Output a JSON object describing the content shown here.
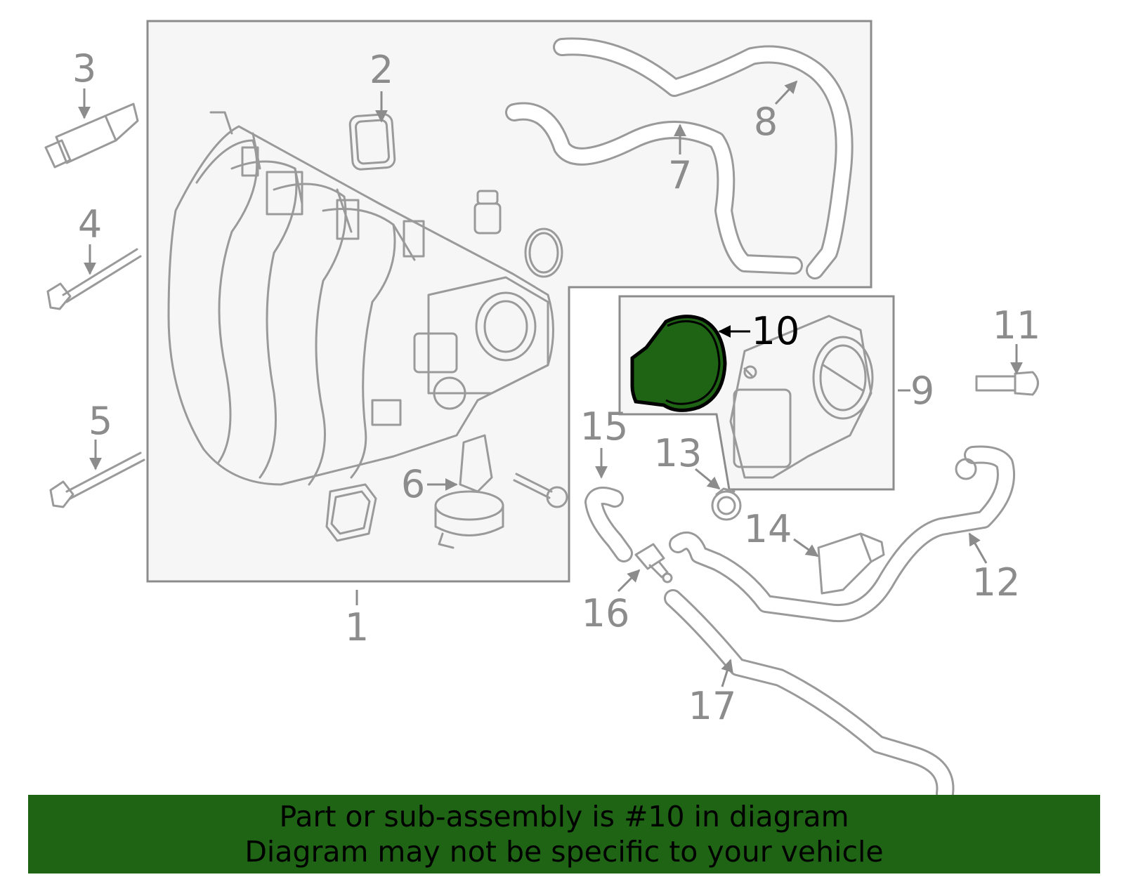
{
  "diagram": {
    "highlighted_part": "10",
    "callouts": [
      "1",
      "2",
      "3",
      "4",
      "5",
      "6",
      "7",
      "8",
      "9",
      "10",
      "11",
      "12",
      "13",
      "14",
      "15",
      "16",
      "17"
    ],
    "highlight_color": "#1e6414"
  },
  "footer": {
    "line1": "Part or sub-assembly is #10 in diagram",
    "line2": "Diagram may not be specific to your vehicle"
  }
}
